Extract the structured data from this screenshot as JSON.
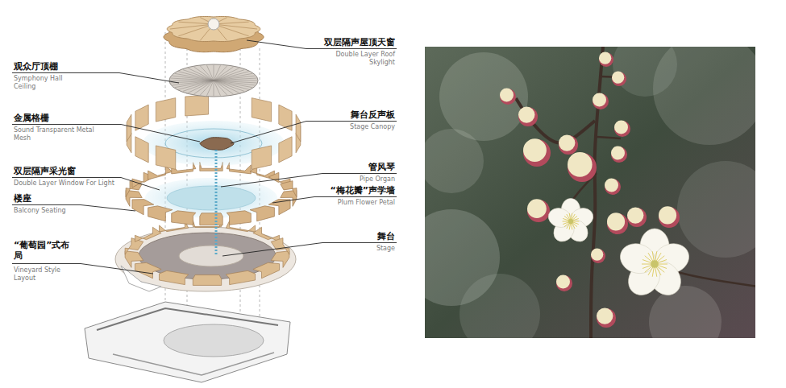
{
  "diagram": {
    "labels": [
      "双层隔声屋顶天窗",
      "Double Layer Roof Skylight",
      "观众厅顶棚",
      "Symphony Hall Ceiling",
      "金属格栅",
      "Sound Transparent Metal Mesh",
      "舞台反声板",
      "Stage Canopy",
      "管风琴",
      "Pipe Organ",
      "双层隔声采光窗",
      "Double Layer Window For Light",
      "“梅花瓣”声学墙",
      "Plum Flower Petal",
      "楼座",
      "Balcony Seating",
      "舞台",
      "Stage",
      "“葡萄园”式布局",
      "Vineyard Style Layout"
    ]
  }
}
